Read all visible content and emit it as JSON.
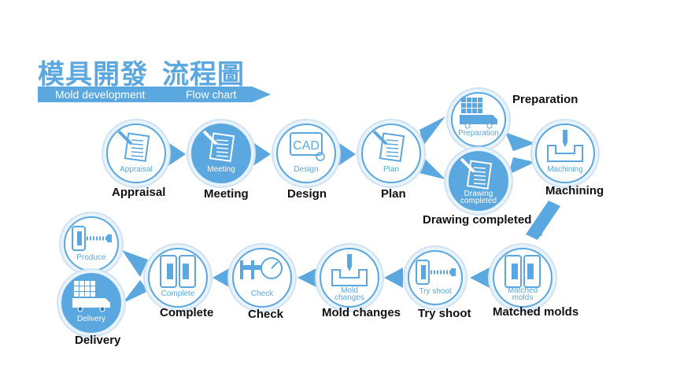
{
  "title": {
    "zh_part1": "模具開發",
    "zh_part2": "流程圖",
    "en_part1": "Mold development",
    "en_part2": "Flow chart"
  },
  "colors": {
    "primary": "#5ba7e0",
    "light": "#e8f3fc",
    "dark_text": "#111111"
  },
  "steps": [
    {
      "id": "appraisal",
      "inner": "Appraisal",
      "label": "Appraisal",
      "icon": "document-pen-icon"
    },
    {
      "id": "meeting",
      "inner": "Meeting",
      "label": "Meeting",
      "icon": "document-pen-icon"
    },
    {
      "id": "design",
      "inner": "Design",
      "label": "Design",
      "icon": "cad-monitor-icon",
      "icon_text": "CAD"
    },
    {
      "id": "plan",
      "inner": "Plan",
      "label": "Plan",
      "icon": "document-pen-icon"
    },
    {
      "id": "preparation",
      "inner": "Preparation",
      "label": "Preparation",
      "icon": "truck-icon"
    },
    {
      "id": "drawing-completed",
      "inner": "Drawing completed",
      "label": "Drawing completed",
      "icon": "document-pen-icon"
    },
    {
      "id": "machining",
      "inner": "Machining",
      "label": "Machining",
      "icon": "drill-icon"
    },
    {
      "id": "matched-molds",
      "inner": "Matched molds",
      "label": "Matched molds",
      "icon": "mold-icon"
    },
    {
      "id": "try-shoot",
      "inner": "Try shoot",
      "label": "Try shoot",
      "icon": "mold-screw-icon"
    },
    {
      "id": "mold-changes",
      "inner": "Mold changes",
      "label": "Mold changes",
      "icon": "drill-icon"
    },
    {
      "id": "check",
      "inner": "Check",
      "label": "Check",
      "icon": "caliper-icon"
    },
    {
      "id": "complete",
      "inner": "Complete",
      "label": "Complete",
      "icon": "mold-icon"
    },
    {
      "id": "produce",
      "inner": "Produce",
      "label": "",
      "icon": "mold-screw-icon"
    },
    {
      "id": "delivery",
      "inner": "Delivery",
      "label": "Delivery",
      "icon": "truck-icon"
    }
  ]
}
